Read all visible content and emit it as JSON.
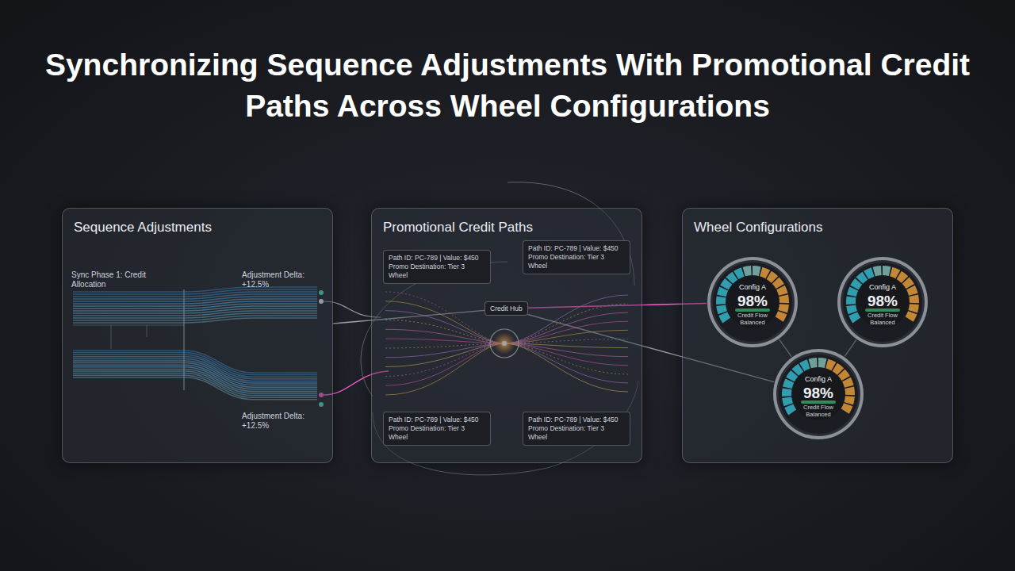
{
  "diagram": {
    "title": "Synchronizing Sequence Adjustments With Promotional Credit Paths Across Wheel Configurations",
    "nodes": [
      {
        "text": [
          "Sequence Adjustments"
        ]
      },
      {
        "text": [
          "Promotional Credit Paths"
        ]
      },
      {
        "text": [
          "Wheel Configurations"
        ]
      },
      {
        "text": [
          "Path ID: PC-789 | Value: $450 Promo Destination: Tier 3 Wheel"
        ],
        "in": 1
      },
      {
        "text": [
          "Path ID: PC-789 | Value: $450 Promo Destination: Tier 3 Wheel"
        ],
        "in": 1
      },
      {
        "text": [
          "Path ID: PC-789 | Value: $450 Promo Destination: Tier 3 Wheel"
        ],
        "in": 1
      },
      {
        "text": [
          "Path ID: PC-789 | Value: $450 Promo Destination: Tier 3 Wheel"
        ],
        "in": 1
      },
      {
        "text": [
          "Credit Hub"
        ],
        "in": 1
      },
      {
        "text": [
          "Config A",
          "98%",
          "Credit Flow Balanced"
        ],
        "in": 2
      },
      {
        "text": [
          "Config A",
          "98%",
          "Credit Flow Balanced"
        ],
        "in": 2
      },
      {
        "text": [
          "Config A",
          "98%",
          "Credit Flow Balanced"
        ],
        "in": 2
      }
    ],
    "edges": [
      {
        "from": 0,
        "to": 7,
        "arrow": "none"
      },
      {
        "from": 7,
        "to": 8,
        "arrow": "none"
      },
      {
        "from": 7,
        "to": 10,
        "arrow": "none"
      },
      {
        "from": 8,
        "to": 10,
        "arrow": "none"
      },
      {
        "from": 9,
        "to": 10,
        "arrow": "none"
      }
    ],
    "labels": [
      "Sync Phase 1: Credit Allocation",
      "Adjustment Delta: +12.5%",
      "Adjustment Delta: +12.5%"
    ]
  }
}
